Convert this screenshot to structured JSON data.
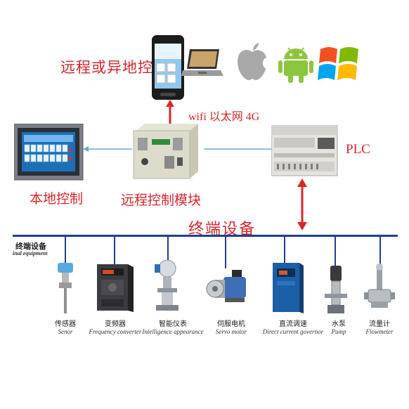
{
  "remote_label": "远程或异地控制",
  "network_label": "wifi 以太网 4G",
  "plc_label": "PLC",
  "local_label": "本地控制",
  "module_label": "远程控制模块",
  "terminal_title": "终端设备",
  "bus_label_cn": "终端设备",
  "bus_label_en": "inal equipment",
  "devices": [
    {
      "cn": "传感器",
      "en": "Senor"
    },
    {
      "cn": "变频器",
      "en": "Frequency converter"
    },
    {
      "cn": "智能仪表",
      "en": "Intelligence appearance"
    },
    {
      "cn": "伺服电机",
      "en": "Servo motor"
    },
    {
      "cn": "直流调速",
      "en": "Direct current governor"
    },
    {
      "cn": "水泵",
      "en": "Pump"
    },
    {
      "cn": "流量计",
      "en": "Flowmeter"
    }
  ],
  "colors": {
    "accent_red": "#d9262b",
    "bus_blue": "#1f3f8f",
    "link_blue": "#6aa6d8"
  },
  "icons": [
    "smartphone-icon",
    "laptop-icon",
    "apple-logo-icon",
    "android-logo-icon",
    "windows-logo-icon"
  ]
}
